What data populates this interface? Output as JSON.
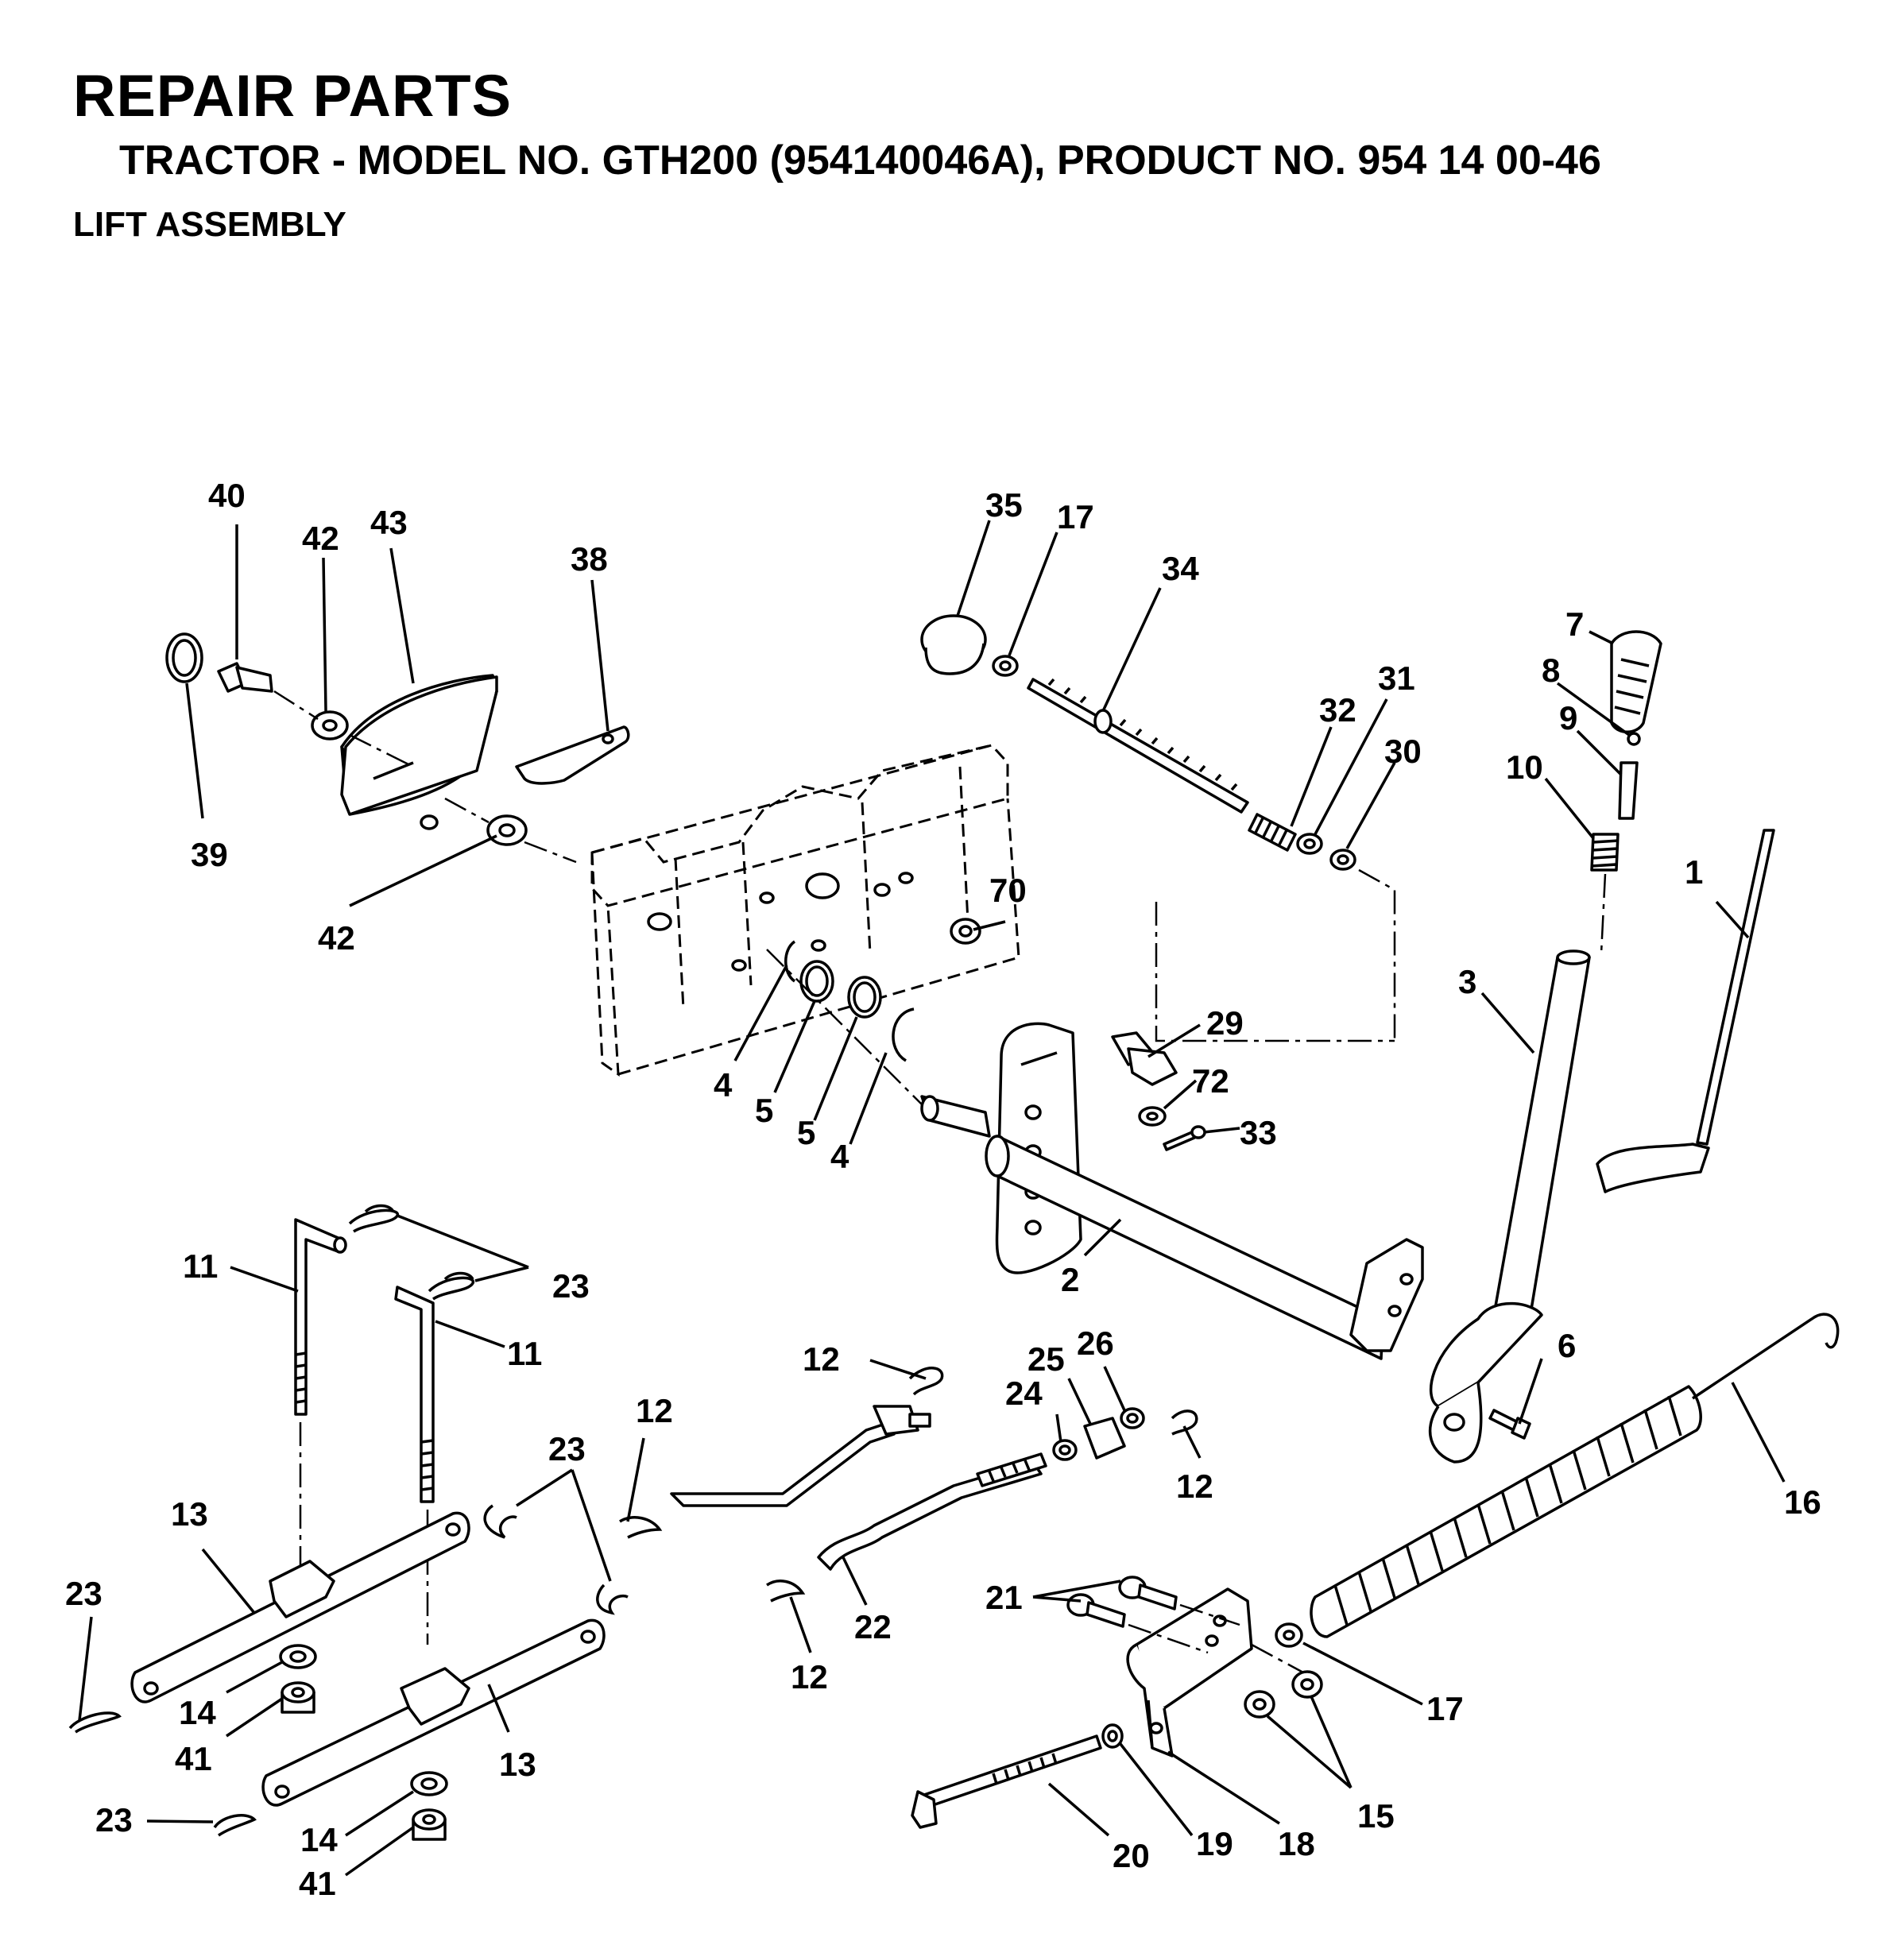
{
  "header": {
    "title": "REPAIR PARTS",
    "subtitle": "TRACTOR - MODEL NO. GTH200 (954140046A), PRODUCT NO. 954 14 00-46",
    "section": "LIFT ASSEMBLY"
  },
  "callouts": [
    {
      "id": "c40",
      "text": "40"
    },
    {
      "id": "c42a",
      "text": "42"
    },
    {
      "id": "c43",
      "text": "43"
    },
    {
      "id": "c38",
      "text": "38"
    },
    {
      "id": "c39",
      "text": "39"
    },
    {
      "id": "c42b",
      "text": "42"
    },
    {
      "id": "c35",
      "text": "35"
    },
    {
      "id": "c17a",
      "text": "17"
    },
    {
      "id": "c34",
      "text": "34"
    },
    {
      "id": "c32",
      "text": "32"
    },
    {
      "id": "c31",
      "text": "31"
    },
    {
      "id": "c30",
      "text": "30"
    },
    {
      "id": "c7",
      "text": "7"
    },
    {
      "id": "c8",
      "text": "8"
    },
    {
      "id": "c9",
      "text": "9"
    },
    {
      "id": "c10",
      "text": "10"
    },
    {
      "id": "c1",
      "text": "1"
    },
    {
      "id": "c3",
      "text": "3"
    },
    {
      "id": "c70",
      "text": "70"
    },
    {
      "id": "c29",
      "text": "29"
    },
    {
      "id": "c72",
      "text": "72"
    },
    {
      "id": "c33",
      "text": "33"
    },
    {
      "id": "c4a",
      "text": "4"
    },
    {
      "id": "c5a",
      "text": "5"
    },
    {
      "id": "c5b",
      "text": "5"
    },
    {
      "id": "c4b",
      "text": "4"
    },
    {
      "id": "c2",
      "text": "2"
    },
    {
      "id": "c6",
      "text": "6"
    },
    {
      "id": "c11a",
      "text": "11"
    },
    {
      "id": "c23a",
      "text": "23"
    },
    {
      "id": "c11b",
      "text": "11"
    },
    {
      "id": "c12a",
      "text": "12"
    },
    {
      "id": "c12b",
      "text": "12"
    },
    {
      "id": "c24",
      "text": "24"
    },
    {
      "id": "c25",
      "text": "25"
    },
    {
      "id": "c26",
      "text": "26"
    },
    {
      "id": "c12c",
      "text": "12"
    },
    {
      "id": "c23b",
      "text": "23"
    },
    {
      "id": "c13a",
      "text": "13"
    },
    {
      "id": "c23c",
      "text": "23"
    },
    {
      "id": "c14a",
      "text": "14"
    },
    {
      "id": "c41a",
      "text": "41"
    },
    {
      "id": "c13b",
      "text": "13"
    },
    {
      "id": "c23d",
      "text": "23"
    },
    {
      "id": "c14b",
      "text": "14"
    },
    {
      "id": "c41b",
      "text": "41"
    },
    {
      "id": "c22",
      "text": "22"
    },
    {
      "id": "c12d",
      "text": "12"
    },
    {
      "id": "c21",
      "text": "21"
    },
    {
      "id": "c16",
      "text": "16"
    },
    {
      "id": "c17b",
      "text": "17"
    },
    {
      "id": "c15",
      "text": "15"
    },
    {
      "id": "c20",
      "text": "20"
    },
    {
      "id": "c19",
      "text": "19"
    },
    {
      "id": "c18",
      "text": "18"
    }
  ]
}
